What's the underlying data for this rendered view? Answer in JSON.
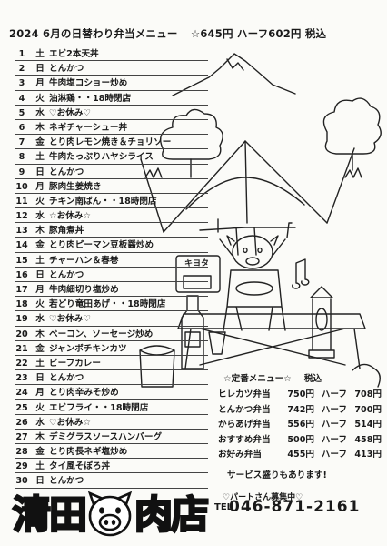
{
  "header": {
    "title": "2024 6月の日替わり弁当メニュー",
    "price_full": "☆645円",
    "price_half": "ハーフ602円",
    "tax": "税込"
  },
  "days": [
    {
      "day": "1",
      "weekday": "土",
      "menu": "エビ2本天丼"
    },
    {
      "day": "2",
      "weekday": "日",
      "menu": "とんかつ"
    },
    {
      "day": "3",
      "weekday": "月",
      "menu": "牛肉塩コショー炒め"
    },
    {
      "day": "4",
      "weekday": "火",
      "menu": "油淋鶏・・18時閉店"
    },
    {
      "day": "5",
      "weekday": "水",
      "menu": "♡お休み♡"
    },
    {
      "day": "6",
      "weekday": "木",
      "menu": "ネギチャーシュー丼"
    },
    {
      "day": "7",
      "weekday": "金",
      "menu": "とり肉レモン焼き＆チョリソー"
    },
    {
      "day": "8",
      "weekday": "土",
      "menu": "牛肉たっぷりハヤシライス"
    },
    {
      "day": "9",
      "weekday": "日",
      "menu": "とんかつ"
    },
    {
      "day": "10",
      "weekday": "月",
      "menu": "豚肉生姜焼き"
    },
    {
      "day": "11",
      "weekday": "火",
      "menu": "チキン南ばん・・18時閉店"
    },
    {
      "day": "12",
      "weekday": "水",
      "menu": "☆お休み☆"
    },
    {
      "day": "13",
      "weekday": "木",
      "menu": "豚角煮丼"
    },
    {
      "day": "14",
      "weekday": "金",
      "menu": "とり肉ピーマン豆板醤炒め"
    },
    {
      "day": "15",
      "weekday": "土",
      "menu": "チャーハン＆春巻"
    },
    {
      "day": "16",
      "weekday": "日",
      "menu": "とんかつ"
    },
    {
      "day": "17",
      "weekday": "月",
      "menu": "牛肉細切り塩炒め"
    },
    {
      "day": "18",
      "weekday": "火",
      "menu": "若どり竜田あげ・・18時閉店"
    },
    {
      "day": "19",
      "weekday": "水",
      "menu": "♡お休み♡"
    },
    {
      "day": "20",
      "weekday": "木",
      "menu": "ベーコン、ソーセージ炒め"
    },
    {
      "day": "21",
      "weekday": "金",
      "menu": "ジャンボチキンカツ"
    },
    {
      "day": "22",
      "weekday": "土",
      "menu": "ビーフカレー"
    },
    {
      "day": "23",
      "weekday": "日",
      "menu": "とんかつ"
    },
    {
      "day": "24",
      "weekday": "月",
      "menu": "とり肉辛みそ炒め"
    },
    {
      "day": "25",
      "weekday": "火",
      "menu": "エビフライ・・18時閉店"
    },
    {
      "day": "26",
      "weekday": "水",
      "menu": "♡お休み☆"
    },
    {
      "day": "27",
      "weekday": "木",
      "menu": "デミグラスソースハンバーグ"
    },
    {
      "day": "28",
      "weekday": "金",
      "menu": "とり肉長ネギ塩炒め"
    },
    {
      "day": "29",
      "weekday": "土",
      "menu": "タイ風そぼろ丼"
    },
    {
      "day": "30",
      "weekday": "日",
      "menu": "とんかつ"
    }
  ],
  "illustration": {
    "sign_text": "キヨタ"
  },
  "fixed_menu": {
    "title": "☆定番メニュー☆",
    "tax": "税込",
    "half_label": "ハーフ",
    "items": [
      {
        "name": "ヒレカツ弁当",
        "price": "750円",
        "half_price": "708円"
      },
      {
        "name": "とんかつ弁当",
        "price": "742円",
        "half_price": "700円"
      },
      {
        "name": "からあげ弁当",
        "price": "556円",
        "half_price": "514円"
      },
      {
        "name": "おすすめ弁当",
        "price": "500円",
        "half_price": "458円"
      },
      {
        "name": "お好み弁当",
        "price": "455円",
        "half_price": "413円"
      }
    ],
    "service": "サービス盛りもあります!"
  },
  "footer": {
    "shop_char_1": "清",
    "shop_char_2": "田",
    "shop_char_3": "肉",
    "shop_char_4": "店",
    "recruit": "♡パートさん募集中♡",
    "tel_label": "TEL",
    "tel_number": "046-871-2161"
  }
}
